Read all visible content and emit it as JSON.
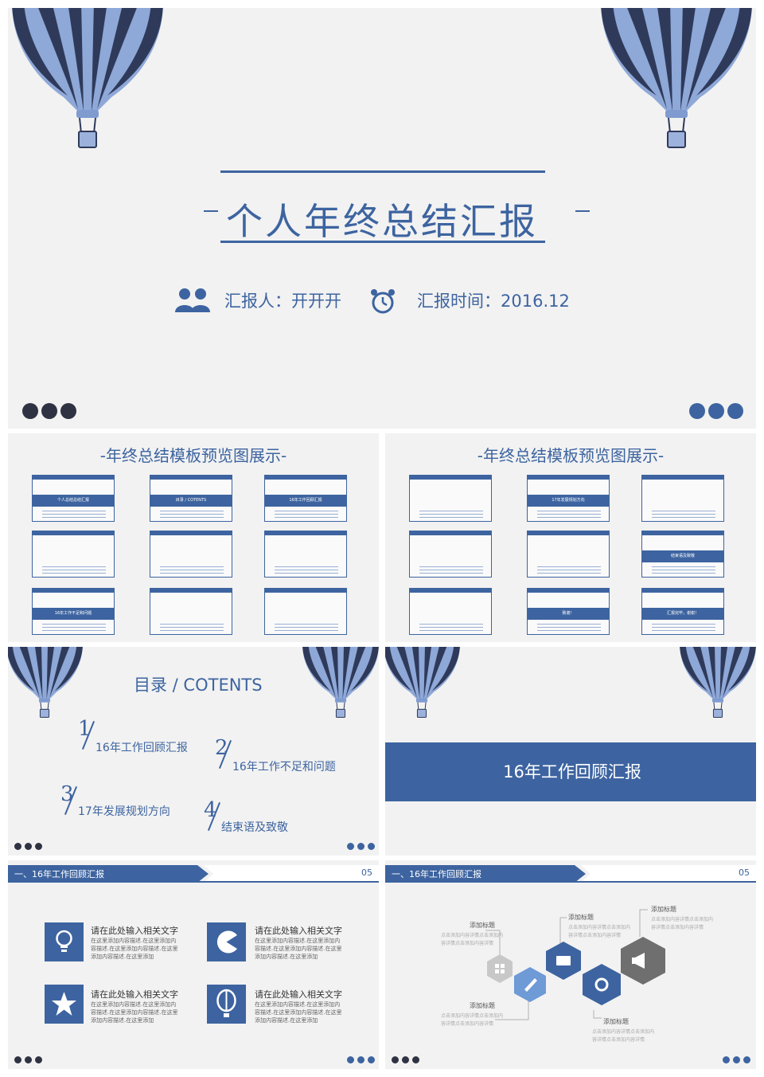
{
  "cover": {
    "title": "个人年终总结汇报",
    "reporter": "汇报人：开开开",
    "report_time": "汇报时间：2016.12"
  },
  "preview": {
    "title": "-年终总结模板预览图展示-",
    "thumbs_left": [
      {
        "label": "个人总结总结汇报"
      },
      {
        "label": "目录 / COTENTS"
      },
      {
        "label": "16年工作回顾汇报"
      },
      {
        "label": ""
      },
      {
        "label": ""
      },
      {
        "label": ""
      },
      {
        "label": "16年工作不足和问题"
      },
      {
        "label": ""
      },
      {
        "label": ""
      }
    ],
    "thumbs_right": [
      {
        "label": ""
      },
      {
        "label": "17年发展规划方向"
      },
      {
        "label": ""
      },
      {
        "label": ""
      },
      {
        "label": ""
      },
      {
        "label": "结束语及致敬"
      },
      {
        "label": ""
      },
      {
        "label": "致谢！"
      },
      {
        "label": "汇报完毕，谢谢！"
      }
    ]
  },
  "toc": {
    "title": "目录 / COTENTS",
    "items": [
      {
        "num": "1",
        "label": "16年工作回顾汇报"
      },
      {
        "num": "2",
        "label": "16年工作不足和问题"
      },
      {
        "num": "3",
        "label": "17年发展规划方向"
      },
      {
        "num": "4",
        "label": "结束语及致敬"
      }
    ]
  },
  "section": {
    "title": "16年工作回顾汇报"
  },
  "page5": {
    "header": "一、16年工作回顾汇报",
    "page_num": "05",
    "features": [
      {
        "title": "请在此处输入相关文字",
        "body": "在这里添加内容描述.在这里添加内容描述.在这里添加内容描述.在这里添加内容描述.在这里添加"
      },
      {
        "title": "请在此处输入相关文字",
        "body": "在这里添加内容描述.在这里添加内容描述.在这里添加内容描述.在这里添加内容描述.在这里添加"
      },
      {
        "title": "请在此处输入相关文字",
        "body": "在这里添加内容描述.在这里添加内容描述.在这里添加内容描述.在这里添加内容描述.在这里添加"
      },
      {
        "title": "请在此处输入相关文字",
        "body": "在这里添加内容描述.在这里添加内容描述.在这里添加内容描述.在这里添加内容描述.在这里添加"
      }
    ]
  },
  "page6": {
    "header": "一、16年工作回顾汇报",
    "page_num": "05",
    "labels": [
      {
        "title": "添加标题",
        "sub": "点击添加内容详情点击添加内容详情点击添加内容详情"
      },
      {
        "title": "添加标题",
        "sub": "点击添加内容详情点击添加内容详情点击添加内容详情"
      },
      {
        "title": "添加标题",
        "sub": "点击添加内容详情点击添加内容详情点击添加内容详情"
      },
      {
        "title": "添加标题",
        "sub": "点击添加内容详情点击添加内容详情点击添加内容详情"
      },
      {
        "title": "添加标题",
        "sub": "点击添加内容详情点击添加内容详情点击添加内容详情"
      }
    ]
  },
  "colors": {
    "primary": "#3d64a0",
    "dark": "#2f3242",
    "light": "#6e9ad6",
    "gray": "#6f6f6f"
  }
}
